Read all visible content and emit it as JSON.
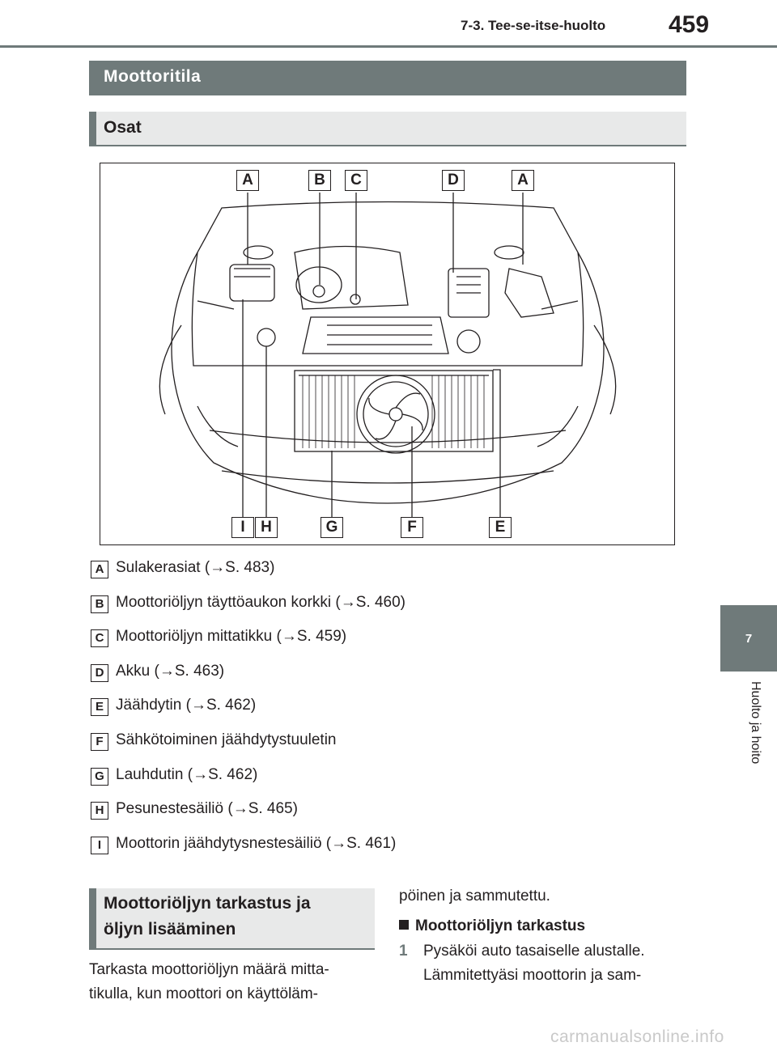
{
  "header": {
    "section": "7-3. Tee-se-itse-huolto",
    "page_number": "459"
  },
  "chapter_tab": {
    "number": "7",
    "title": "Huolto ja hoito"
  },
  "main_heading": "Moottoritila",
  "sub_heading": "Osat",
  "diagram": {
    "top_callouts": [
      "A",
      "B",
      "C",
      "D",
      "A"
    ],
    "bottom_callouts": [
      "I",
      "H",
      "G",
      "F",
      "E"
    ]
  },
  "legend": [
    {
      "badge": "A",
      "text": "Sulakerasiat (→S. 483)"
    },
    {
      "badge": "B",
      "text": "Moottoriöljyn täyttöaukon korkki (→S. 460)"
    },
    {
      "badge": "C",
      "text": "Moottoriöljyn mittatikku (→S. 459)"
    },
    {
      "badge": "D",
      "text": "Akku (→S. 463)"
    },
    {
      "badge": "E",
      "text": "Jäähdytin (→S. 462)"
    },
    {
      "badge": "F",
      "text": "Sähkötoiminen jäähdytystuuletin"
    },
    {
      "badge": "G",
      "text": "Lauhdutin (→S. 462)"
    },
    {
      "badge": "H",
      "text": "Pesunestesäiliö (→S. 465)"
    },
    {
      "badge": "I",
      "text": "Moottorin jäähdytysnestesäiliö (→S. 461)"
    }
  ],
  "oil_section": {
    "heading_line1": "Moottoriöljyn tarkastus ja",
    "heading_line2": "öljyn lisääminen",
    "intro_line1": "Tarkasta moottoriöljyn määrä mitta-",
    "intro_line2": "tikulla, kun moottori on käyttöläm-",
    "intro_line3": "pöinen ja sammutettu.",
    "subheading": "Moottoriöljyn tarkastus",
    "step_number": "1",
    "step_line1": "Pysäköi auto tasaiselle alustalle.",
    "step_line2": "Lämmitettyäsi moottorin ja sam-"
  },
  "watermark": "carmanualsonline.info"
}
